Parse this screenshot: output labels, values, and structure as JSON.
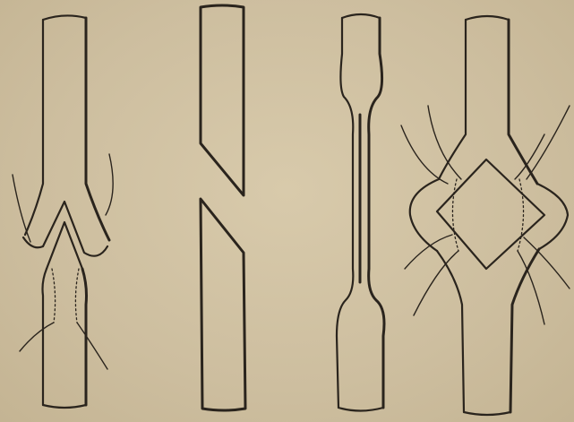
{
  "figure": {
    "panels": [
      {
        "id": "left-splice"
      },
      {
        "id": "oblique-cut"
      },
      {
        "id": "rod-graft"
      },
      {
        "id": "right-splice"
      }
    ]
  }
}
